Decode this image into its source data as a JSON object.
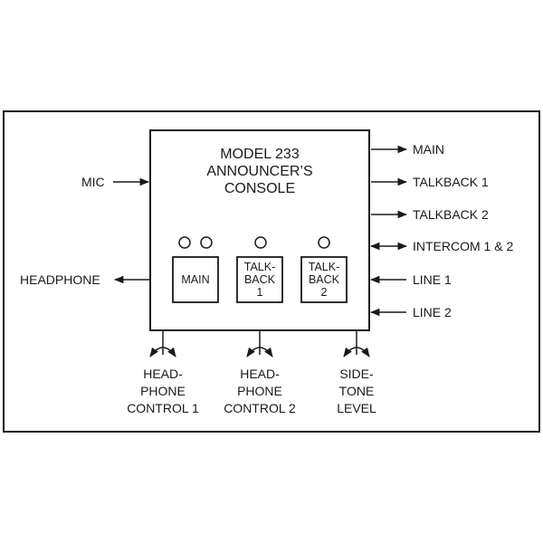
{
  "console": {
    "title_lines": [
      "MODEL 233",
      "ANNOUNCER’S",
      "CONSOLE"
    ]
  },
  "buttons": [
    {
      "lines": [
        "MAIN"
      ]
    },
    {
      "lines": [
        "TALK-",
        "BACK",
        "1"
      ]
    },
    {
      "lines": [
        "TALK-",
        "BACK",
        "2"
      ]
    }
  ],
  "inputs_left": {
    "mic": "MIC",
    "headphone": "HEADPHONE"
  },
  "ports_right": [
    {
      "label": "MAIN",
      "direction": "out"
    },
    {
      "label": "TALKBACK 1",
      "direction": "out"
    },
    {
      "label": "TALKBACK 2",
      "direction": "out"
    },
    {
      "label": "INTERCOM 1 & 2",
      "direction": "both"
    },
    {
      "label": "LINE 1",
      "direction": "in"
    },
    {
      "label": "LINE 2",
      "direction": "in"
    }
  ],
  "controls": [
    {
      "lines": [
        "HEAD-",
        "PHONE",
        "CONTROL 1"
      ]
    },
    {
      "lines": [
        "HEAD-",
        "PHONE",
        "CONTROL 2"
      ]
    },
    {
      "lines": [
        "SIDE-",
        "TONE",
        "LEVEL"
      ]
    }
  ],
  "colors": {
    "line": "#1a1a1a",
    "background": "#ffffff"
  }
}
